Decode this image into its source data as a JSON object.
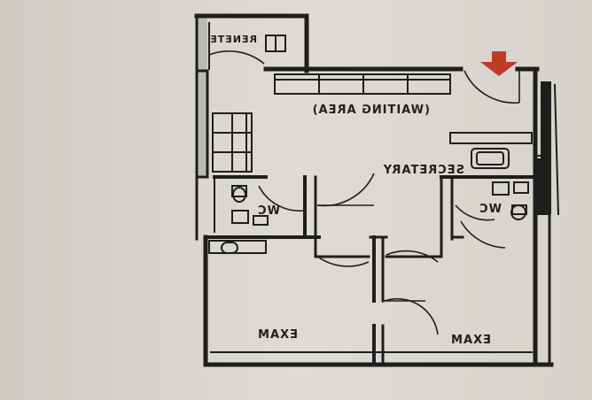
{
  "rooms": {
    "waiting_area": "(WAITING AREA)",
    "secretary": "SECRETARY",
    "wc_left": "WC",
    "wc_right": "WC",
    "exam_left": "EXAM",
    "exam_right": "EXAM",
    "top_left_room": "RENETE"
  },
  "colors": {
    "paper": "#d9d6d1",
    "wall": "#1e1e1e",
    "arrow": "#c0392b"
  },
  "icons": {
    "entrance": "entrance-arrow-icon"
  }
}
